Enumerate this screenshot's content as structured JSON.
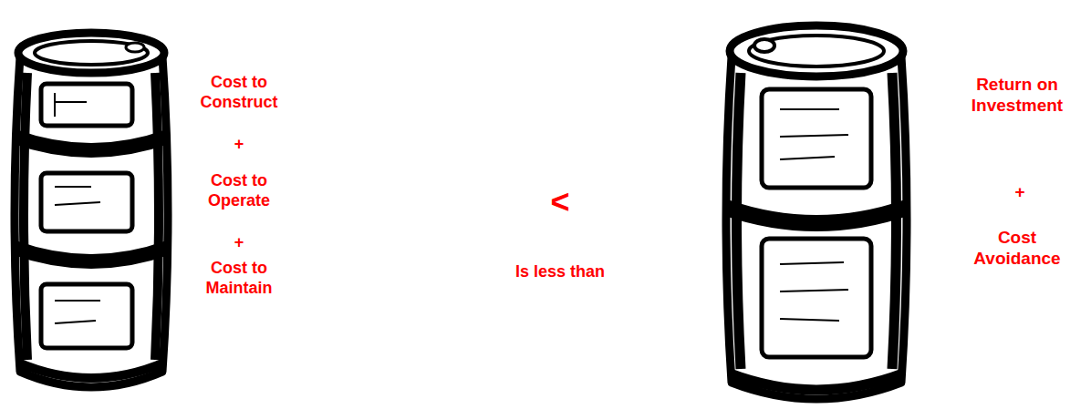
{
  "diagram": {
    "labels": [
      "Cost to Construct",
      "+",
      "Cost to Operate",
      "+",
      "Cost to Maintain",
      "<",
      "Is less than",
      "Return on Investment",
      "+",
      "Cost Avoidance"
    ]
  }
}
